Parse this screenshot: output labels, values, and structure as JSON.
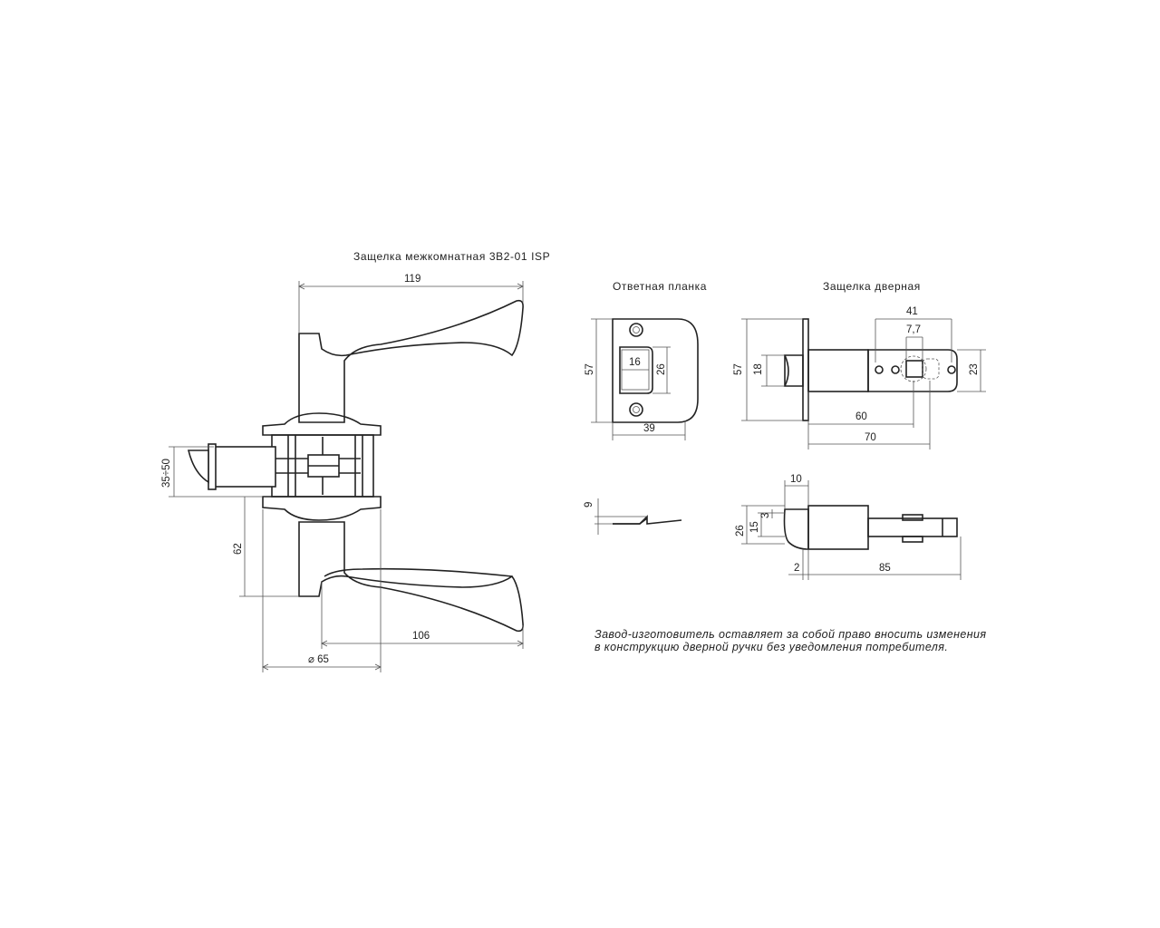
{
  "titles": {
    "main": "Защелка межкомнатная 3B2-01 ISP",
    "strike_plate": "Ответная планка",
    "latch": "Защелка дверная"
  },
  "dimensions": {
    "handle_length": "119",
    "rosette_spacing": "35÷50",
    "handle_height": "62",
    "handle_reach": "106",
    "rosette_diameter": "⌀ 65",
    "plate_height": "57",
    "plate_slot_width": "16",
    "plate_slot_height": "26",
    "plate_width": "39",
    "plate_thickness": "9",
    "latch_face_height": "57",
    "latch_bolt_height": "18",
    "latch_tail_width": "41",
    "latch_square": "7,7",
    "latch_tail_height": "23",
    "backset_60": "60",
    "backset_70": "70",
    "side_10": "10",
    "side_26": "26",
    "side_15": "15",
    "side_3": "3",
    "side_2": "2",
    "side_85": "85"
  },
  "note": {
    "line1": "Завод-изготовитель оставляет за собой право вносить изменения",
    "line2": "в конструкцию дверной ручки без уведомления потребителя."
  }
}
